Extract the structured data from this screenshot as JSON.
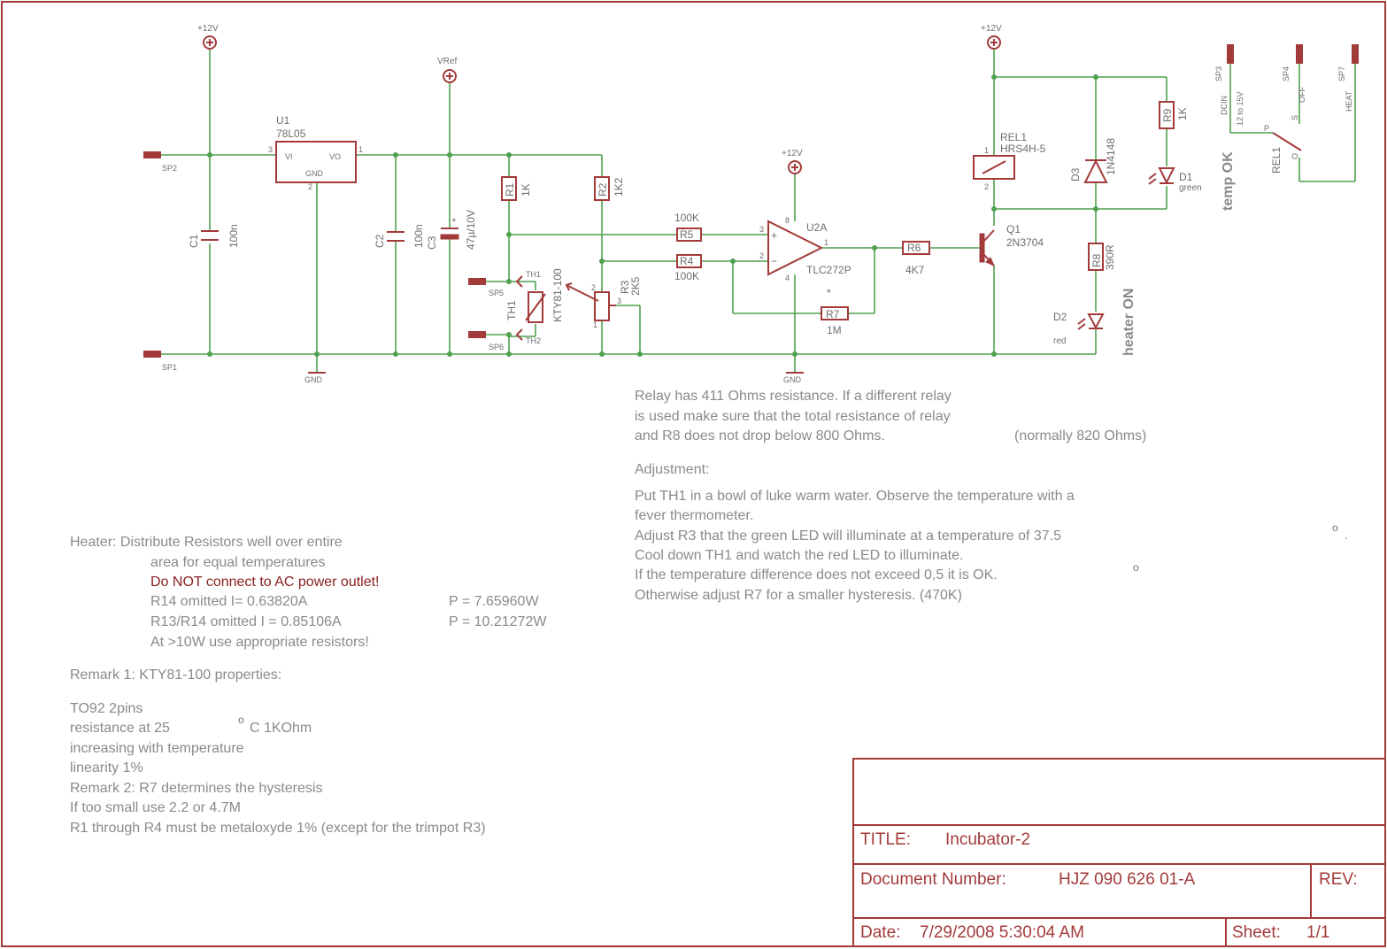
{
  "rails": {
    "vcc_left": "+12V",
    "vcc_opamp": "+12V",
    "vcc_right": "+12V",
    "vref": "VRef",
    "gnd": "GND"
  },
  "connectors": {
    "sp1": "SP1",
    "sp2": "SP2",
    "sp3": "SP3",
    "sp4": "SP4",
    "sp5": "SP5",
    "sp6": "SP6",
    "sp7": "SP7",
    "th1": "TH1",
    "th2": "TH2"
  },
  "components": {
    "u1": {
      "ref": "U1",
      "value": "78L05",
      "vi": "VI",
      "vo": "VO",
      "gnd": "GND",
      "pin1": "1",
      "pin2": "2",
      "pin3": "3"
    },
    "c1": {
      "ref": "C1",
      "value": "100n"
    },
    "c2": {
      "ref": "C2",
      "value": "100n"
    },
    "c3": {
      "ref": "C3",
      "value": "47µ/10V",
      "plus": "+"
    },
    "r1": {
      "ref": "R1",
      "value": "1K"
    },
    "r2": {
      "ref": "R2",
      "value": "1K2"
    },
    "r3": {
      "ref": "R3",
      "value": "2K5",
      "pin1": "1",
      "pin2": "2",
      "pin3": "3"
    },
    "r4": {
      "ref": "R4",
      "value": "100K"
    },
    "r5": {
      "ref": "R5",
      "value": "100K"
    },
    "r6": {
      "ref": "R6",
      "value": "4K7"
    },
    "r7": {
      "ref": "R7",
      "value": "1M",
      "mark": "*"
    },
    "r8": {
      "ref": "R8",
      "value": "390R"
    },
    "r9": {
      "ref": "R9",
      "value": "1K"
    },
    "th1": {
      "ref": "TH1",
      "value": "KTY81-100"
    },
    "u2a": {
      "ref": "U2A",
      "value": "TLC272P",
      "plus": "+",
      "minus": "−",
      "pin1": "1",
      "pin2": "2",
      "pin3": "3",
      "pin4": "4",
      "pin8": "8"
    },
    "q1": {
      "ref": "Q1",
      "value": "2N3704"
    },
    "rel1": {
      "ref": "REL1",
      "value": "HRS4H-5",
      "pin1": "1",
      "pin2": "2"
    },
    "d1": {
      "ref": "D1",
      "value": "green"
    },
    "d2": {
      "ref": "D2",
      "value": "red"
    },
    "d3": {
      "ref": "D3",
      "value": "1N4148"
    },
    "switch": {
      "ref": "REL1",
      "p": "P",
      "s": "S",
      "o": "O",
      "sp3_label": "DCIN",
      "sp3_value": "12 to 15V",
      "sp4_label": "OFF",
      "sp7_label": "HEAT"
    }
  },
  "labels": {
    "temp_ok": "temp OK",
    "heater_on": "heater ON"
  },
  "notes": {
    "relay": [
      "Relay has 411 Ohms resistance. If a different relay",
      "is used make sure that the total resistance of relay",
      "and R8 does not drop below 800 Ohms."
    ],
    "relay_normal": "(normally 820 Ohms)",
    "adjustment_title": "Adjustment:",
    "adjustment": [
      "Put TH1 in a bowl of luke warm water. Observe the temperature with a",
      "fever thermometer.",
      "Adjust R3 that the green LED will illuminate at a temperature of 37.5",
      "Cool down TH1 and watch the red LED to illuminate.",
      "If the temperature difference does not exceed 0,5 it is OK.",
      "Otherwise adjust R7 for a smaller hysteresis. (470K)"
    ],
    "degree_a": "o",
    "degree_a_dot": ".",
    "degree_b": "o",
    "heater_1": "Heater: Distribute Resistors well over entire",
    "heater_2": "area for equal temperatures",
    "heater_warning": "Do NOT connect to AC power outlet!",
    "heater_r14": "R14 omitted I= 0.63820A",
    "heater_r14_p": "P =  7.65960W",
    "heater_r13": "R13/R14 omitted I = 0.85106A",
    "heater_r13_p": "P = 10.21272W",
    "heater_10w": "At >10W use appropriate resistors!",
    "remark1": "Remark 1: KTY81-100 properties:",
    "to92": "TO92 2pins",
    "resistance": "resistance at 25",
    "degree_c": "o",
    "resistance_tail": "C 1KOhm",
    "increasing": "increasing with temperature",
    "linearity": "linearity 1%",
    "remark2": "Remark 2: R7 determines the hysteresis",
    "too_small": "If too small use 2.2 or 4.7M",
    "metaloxyde": "R1 through R4 must be metaloxyde 1% (except for the trimpot R3)"
  },
  "title_block": {
    "title_label": "TITLE:",
    "title_value": "Incubator-2",
    "docnum_label": "Document Number:",
    "docnum_value": "HJZ 090 626 01-A",
    "rev_label": "REV:",
    "date_label": "Date:",
    "date_value": "7/29/2008 5:30:04 AM",
    "sheet_label": "Sheet:",
    "sheet_value": "1/1"
  }
}
